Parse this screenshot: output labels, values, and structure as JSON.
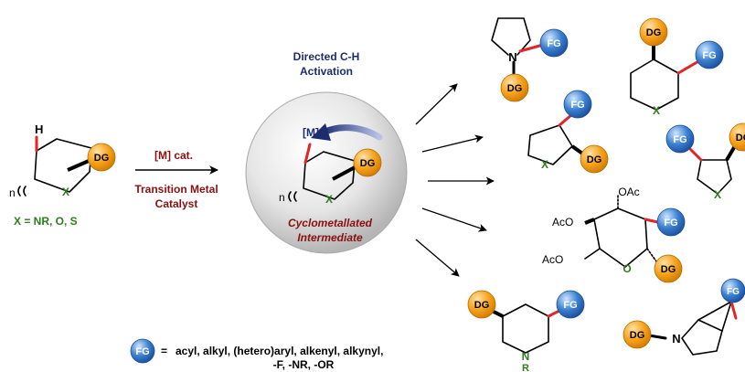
{
  "badges": {
    "dg": "DG",
    "fg": "FG"
  },
  "atoms": {
    "h": "H",
    "x": "X",
    "n": "N",
    "o": "O",
    "r": "R",
    "n_index": "n",
    "metal": "[M]",
    "aco_top": "OAc",
    "aco_left": "AcO",
    "aco_bottom": "AcO"
  },
  "substrate": {
    "x_def": "X = NR, O, S"
  },
  "reaction": {
    "reagent": "[M] cat.",
    "catalyst_line1": "Transition Metal",
    "catalyst_line2": "Catalyst"
  },
  "intermediate": {
    "heading_line1": "Directed C-H",
    "heading_line2": "Activation",
    "label_line1": "Cyclometallated",
    "label_line2": "Intermediate"
  },
  "legend": {
    "equals": "=",
    "line1": "acyl, alkyl, (hetero)aryl, alkenyl, alkynyl,",
    "line2": "-F, -NR, -OR"
  },
  "colors": {
    "dg_orange": "#f7a21b",
    "fg_blue": "#3a7fd1",
    "bond_red": "#e0252b",
    "atom_green": "#2e7d1e",
    "label_darkred": "#8a1010",
    "heading_navy": "#1c2d6e"
  }
}
